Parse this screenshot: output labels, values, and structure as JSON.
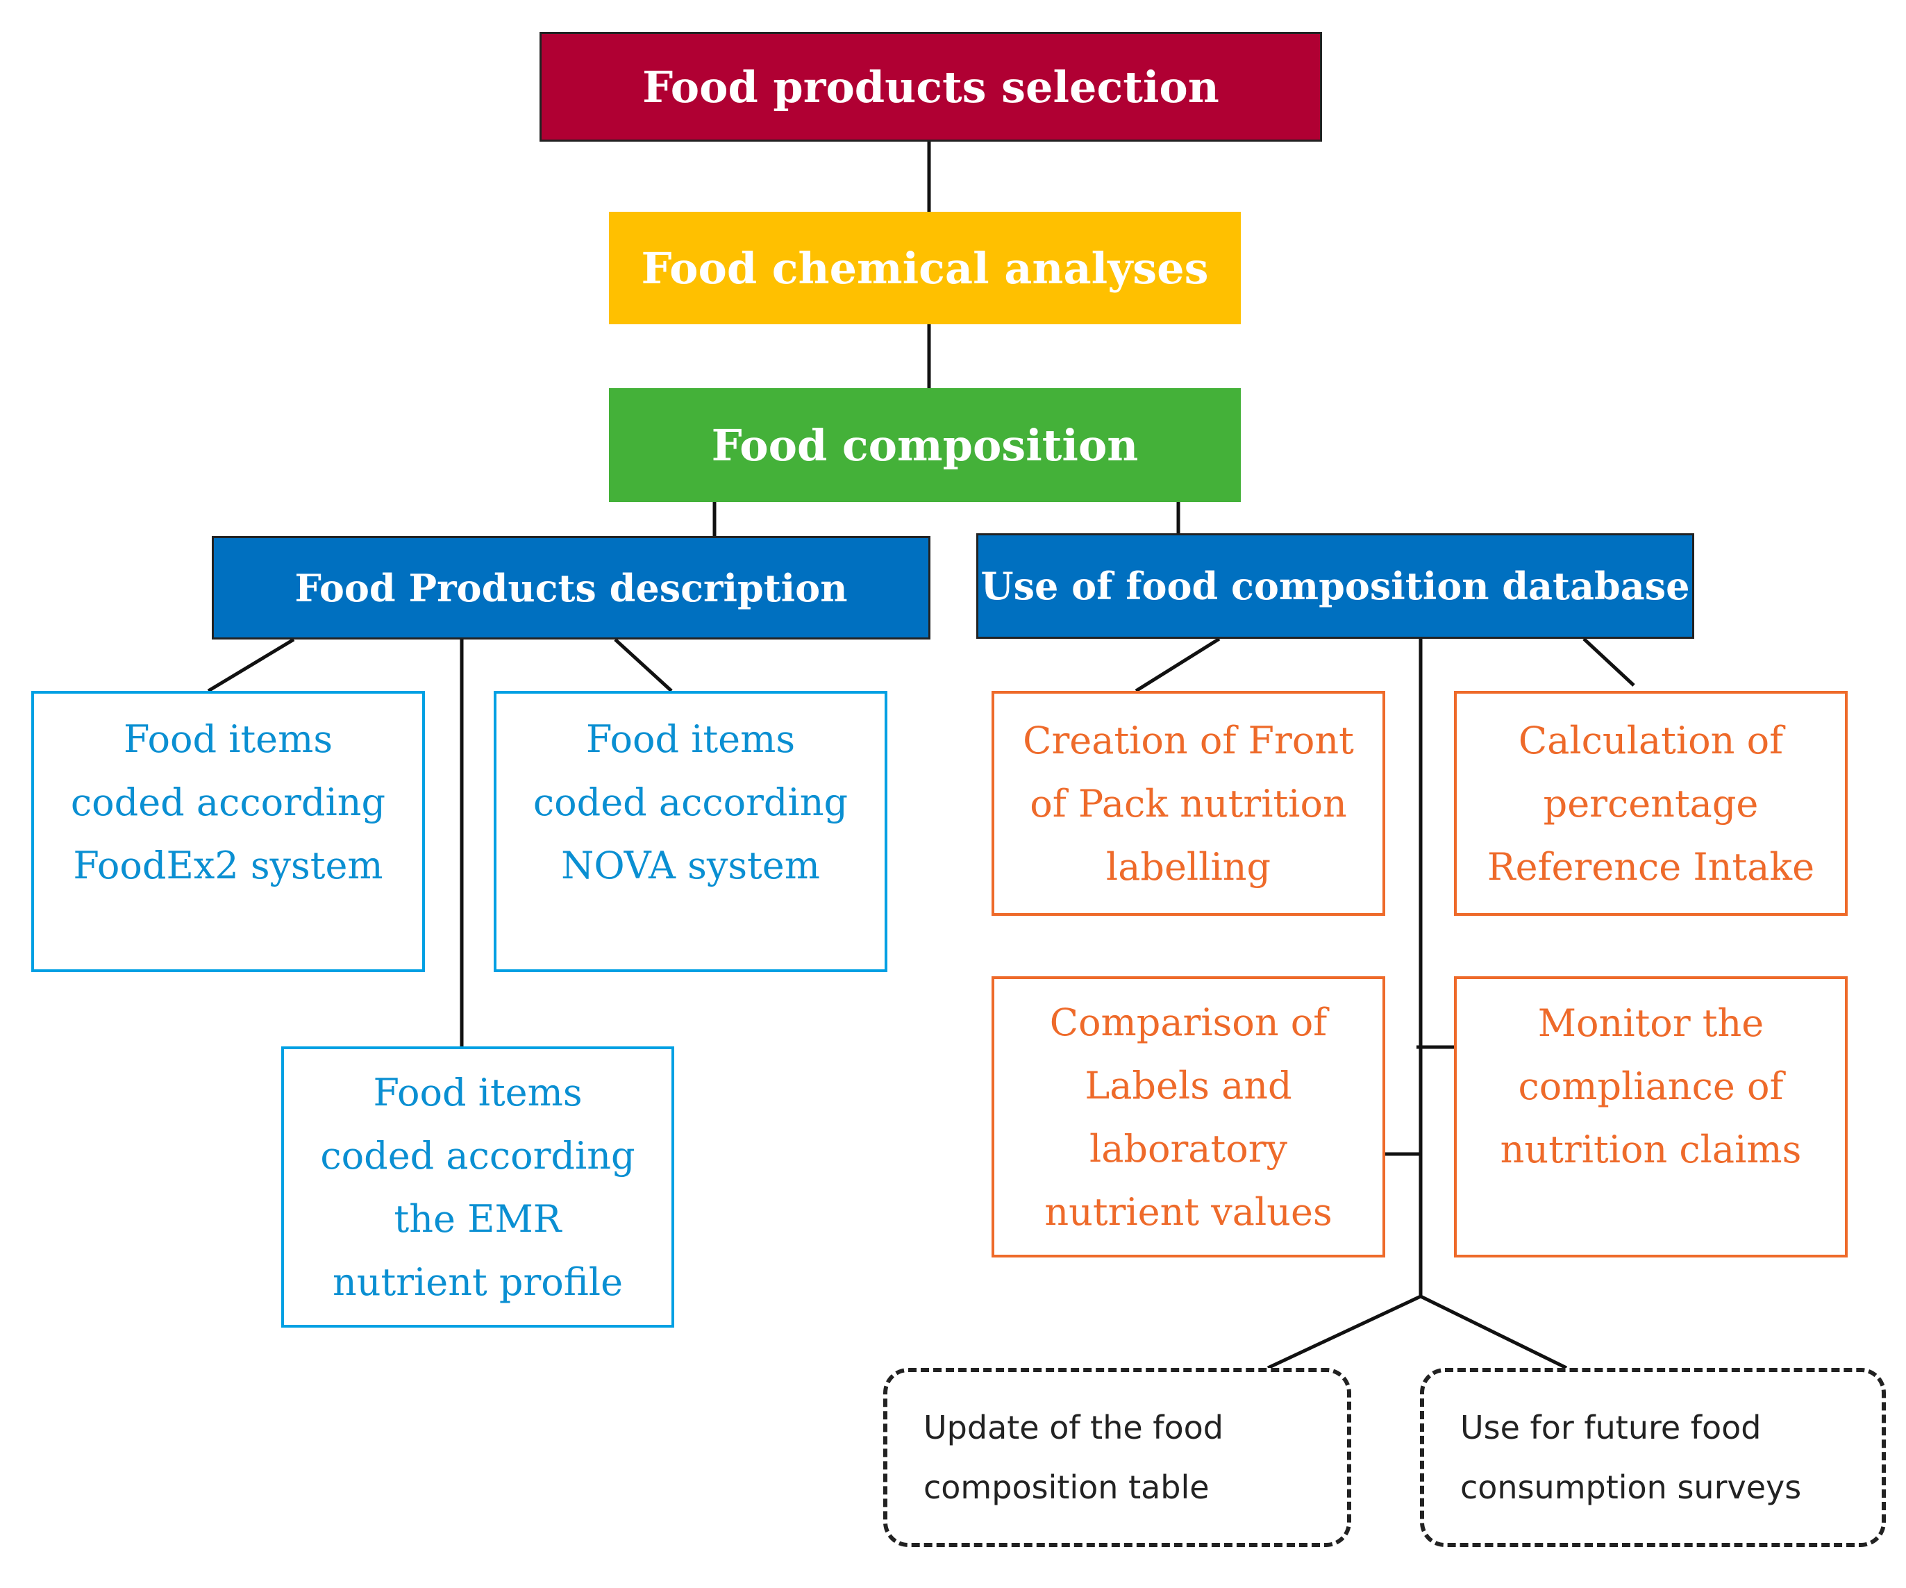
{
  "colors": {
    "selection": "#b00033",
    "analyses": "#ffc000",
    "composition": "#44b139",
    "category_blue": "#0070c0",
    "description_items": "#0a8fd2",
    "database_items": "#ee6a2a",
    "outcomes": "#222222"
  },
  "nodes": {
    "selection": "Food products selection",
    "analyses": "Food chemical analyses",
    "composition": "Food composition",
    "description": "Food Products description",
    "database": "Use of food composition database",
    "foodex2": [
      "Food items",
      "coded according",
      "FoodEx2 system"
    ],
    "nova": [
      "Food items",
      "coded according",
      "NOVA system"
    ],
    "emr": [
      "Food items",
      "coded according",
      "the EMR",
      "nutrient profile"
    ],
    "front_of_pack": [
      "Creation of Front",
      "of Pack nutrition",
      "labelling"
    ],
    "reference_intake": [
      "Calculation of",
      "percentage",
      "Reference Intake"
    ],
    "comparison": [
      "Comparison of",
      "Labels and",
      "laboratory",
      "nutrient values"
    ],
    "monitor": [
      "Monitor the",
      "compliance of",
      "nutrition claims"
    ],
    "update_table": [
      "Update of the food",
      "composition table"
    ],
    "future_surveys": [
      "Use for future food",
      "consumption surveys"
    ]
  }
}
